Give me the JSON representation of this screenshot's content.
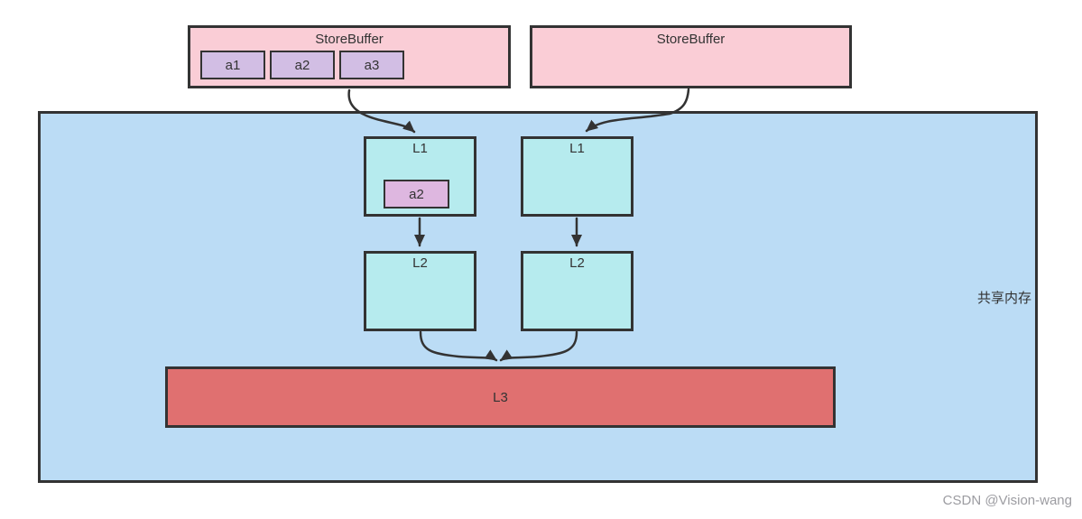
{
  "shared_memory": {
    "label": "共享内存"
  },
  "store_buffers": {
    "left": {
      "title": "StoreBuffer",
      "slots": [
        "a1",
        "a2",
        "a3"
      ]
    },
    "right": {
      "title": "StoreBuffer"
    }
  },
  "caches": {
    "l1_left": {
      "label": "L1",
      "entry": "a2"
    },
    "l1_right": {
      "label": "L1"
    },
    "l2_left": {
      "label": "L2"
    },
    "l2_right": {
      "label": "L2"
    },
    "l3": {
      "label": "L3"
    }
  },
  "watermark": "CSDN @Vision-wang",
  "colors": {
    "store_buffer_fill": "#FACDD6",
    "slot_fill": "#D2BEE4",
    "cache_fill": "#B6EBEE",
    "cache_entry_fill": "#DEB7E0",
    "shared_memory_fill": "#BBDCF5",
    "l3_fill": "#E07070",
    "border": "#333333",
    "arrow": "#333333",
    "watermark_text": "#9C9CA1"
  }
}
